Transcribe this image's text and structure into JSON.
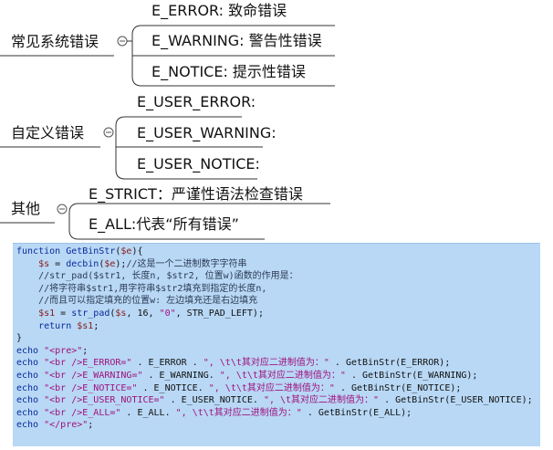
{
  "mindmap": {
    "groups": [
      {
        "label": "常见系统错误",
        "children": [
          "E_ERROR:  致命错误",
          "E_WARNING:  警告性错误",
          "E_NOTICE:  提示性错误"
        ]
      },
      {
        "label": "自定义错误",
        "children": [
          "E_USER_ERROR:",
          "E_USER_WARNING:",
          "E_USER_NOTICE:"
        ]
      },
      {
        "label": "其他",
        "children": [
          "E_STRICT：严谨性语法检查错误",
          "E_ALL:代表“所有错误”"
        ]
      }
    ]
  },
  "code": {
    "lines": [
      [
        {
          "t": "function ",
          "c": "kw"
        },
        {
          "t": "GetBinStr",
          "c": "fn"
        },
        {
          "t": "(",
          "c": "plain"
        },
        {
          "t": "$e",
          "c": "var"
        },
        {
          "t": "){",
          "c": "plain"
        }
      ],
      [
        {
          "t": "    ",
          "c": "plain"
        },
        {
          "t": "$s",
          "c": "var"
        },
        {
          "t": " = ",
          "c": "plain"
        },
        {
          "t": "decbin",
          "c": "fn"
        },
        {
          "t": "(",
          "c": "plain"
        },
        {
          "t": "$e",
          "c": "var"
        },
        {
          "t": ");",
          "c": "plain"
        },
        {
          "t": "//这是一个二进制数字字符串",
          "c": "cm"
        }
      ],
      [
        {
          "t": "    //str_pad($str1, 长度n, $str2, 位置w)函数的作用是：",
          "c": "cm"
        }
      ],
      [
        {
          "t": "    //将字符串$str1,用字符串$str2填充到指定的长度n,",
          "c": "cm"
        }
      ],
      [
        {
          "t": "    //而且可以指定填充的位置w: 左边填充还是右边填充",
          "c": "cm"
        }
      ],
      [
        {
          "t": "    ",
          "c": "plain"
        },
        {
          "t": "$s1",
          "c": "var"
        },
        {
          "t": " = ",
          "c": "plain"
        },
        {
          "t": "str_pad",
          "c": "fn"
        },
        {
          "t": "(",
          "c": "plain"
        },
        {
          "t": "$s",
          "c": "var"
        },
        {
          "t": ", 16, ",
          "c": "plain"
        },
        {
          "t": "\"0\"",
          "c": "str"
        },
        {
          "t": ", STR_PAD_LEFT);",
          "c": "plain"
        }
      ],
      [
        {
          "t": "    ",
          "c": "plain"
        },
        {
          "t": "return ",
          "c": "kw"
        },
        {
          "t": "$s1",
          "c": "var"
        },
        {
          "t": ";",
          "c": "plain"
        }
      ],
      [
        {
          "t": "}",
          "c": "plain"
        }
      ],
      [
        {
          "t": "echo ",
          "c": "kw"
        },
        {
          "t": "\"<pre>\"",
          "c": "str"
        },
        {
          "t": ";",
          "c": "plain"
        }
      ],
      [
        {
          "t": "echo ",
          "c": "kw"
        },
        {
          "t": "\"<br />E_ERROR=\"",
          "c": "str"
        },
        {
          "t": " . E_ERROR . ",
          "c": "plain"
        },
        {
          "t": "\", \\t\\t其对应二进制值为：\"",
          "c": "str"
        },
        {
          "t": " . GetBinStr(E_ERROR);",
          "c": "plain"
        }
      ],
      [
        {
          "t": "echo ",
          "c": "kw"
        },
        {
          "t": "\"<br />E_WARNING=\"",
          "c": "str"
        },
        {
          "t": " . E_WARNING. ",
          "c": "plain"
        },
        {
          "t": "\", \\t\\t其对应二进制值为：\"",
          "c": "str"
        },
        {
          "t": " . GetBinStr(E_WARNING);",
          "c": "plain"
        }
      ],
      [
        {
          "t": "echo ",
          "c": "kw"
        },
        {
          "t": "\"<br />E_NOTICE=\"",
          "c": "str"
        },
        {
          "t": " . E_NOTICE. ",
          "c": "plain"
        },
        {
          "t": "\", \\t\\t其对应二进制值为：\"",
          "c": "str"
        },
        {
          "t": " . GetBinStr(E_NOTICE);",
          "c": "plain"
        }
      ],
      [
        {
          "t": "echo ",
          "c": "kw"
        },
        {
          "t": "\"<br />E_USER_NOTICE=\"",
          "c": "str"
        },
        {
          "t": " . E_USER_NOTICE. ",
          "c": "plain"
        },
        {
          "t": "\", \\t其对应二进制值为：\"",
          "c": "str"
        },
        {
          "t": " . GetBinStr(E_USER_NOTICE);",
          "c": "plain"
        }
      ],
      [
        {
          "t": "echo ",
          "c": "kw"
        },
        {
          "t": "\"<br />E_ALL=\"",
          "c": "str"
        },
        {
          "t": " . E_ALL. ",
          "c": "plain"
        },
        {
          "t": "\", \\t\\t其对应二进制值为：\"",
          "c": "str"
        },
        {
          "t": " . GetBinStr(E_ALL);",
          "c": "plain"
        }
      ],
      [
        {
          "t": "echo ",
          "c": "kw"
        },
        {
          "t": "\"</pre>\"",
          "c": "str"
        },
        {
          "t": ";",
          "c": "plain"
        }
      ]
    ]
  }
}
